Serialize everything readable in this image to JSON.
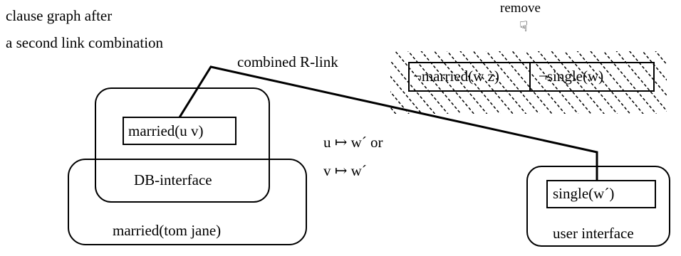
{
  "caption": {
    "line1": "clause graph after",
    "line2": "a second link combination"
  },
  "link_label": "combined R-link",
  "remove": {
    "label": "remove",
    "icon": "pointing-hand-icon"
  },
  "removed_clause": {
    "literal_left": "¬married(w z)",
    "literal_right": "¬single(w)"
  },
  "db_component": {
    "literal": "married(u v)",
    "interface_label": "DB-interface",
    "fact": "married(tom jane)"
  },
  "substitution": {
    "line1": "u ↦ w´ or",
    "line2": "v ↦ w´"
  },
  "user_component": {
    "literal": "single(w´)",
    "interface_label": "user interface"
  }
}
